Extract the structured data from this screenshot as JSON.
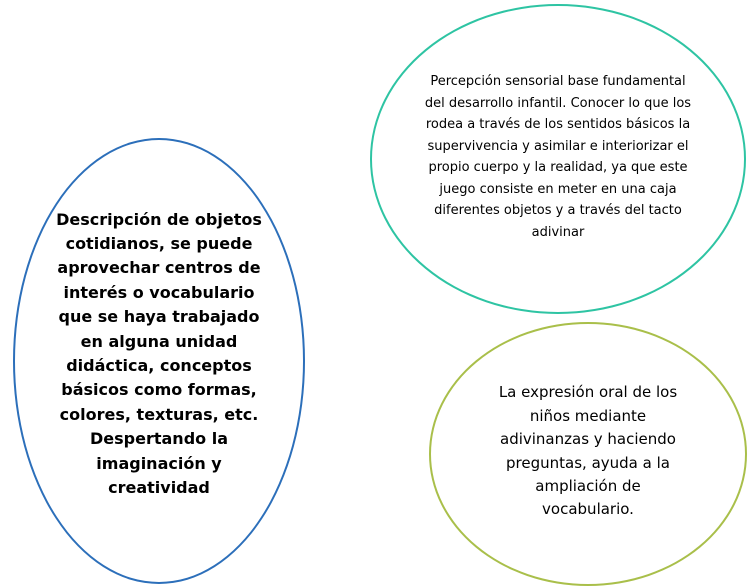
{
  "diagram": {
    "bubbles": {
      "left": {
        "text": "Descripción de objetos cotidianos, se puede aprovechar centros de interés o vocabulario que se haya trabajado en alguna unidad didáctica, conceptos básicos como formas, colores, texturas, etc. Despertando  la imaginación y creatividad",
        "border_color": "#2c6fba"
      },
      "top_right": {
        "text": "Percepción sensorial base fundamental  del desarrollo infantil. Conocer lo que los rodea a través de los sentidos básicos la supervivencia y asimilar e interiorizar el propio cuerpo y la realidad, ya que este juego consiste en meter en una caja diferentes objetos y a través del tacto adivinar",
        "border_color": "#2ec4a3"
      },
      "bottom_right": {
        "text": "La expresión oral de los niños mediante adivinanzas y haciendo preguntas, ayuda a la ampliación de vocabulario.",
        "border_color": "#a9bf4a"
      }
    }
  }
}
